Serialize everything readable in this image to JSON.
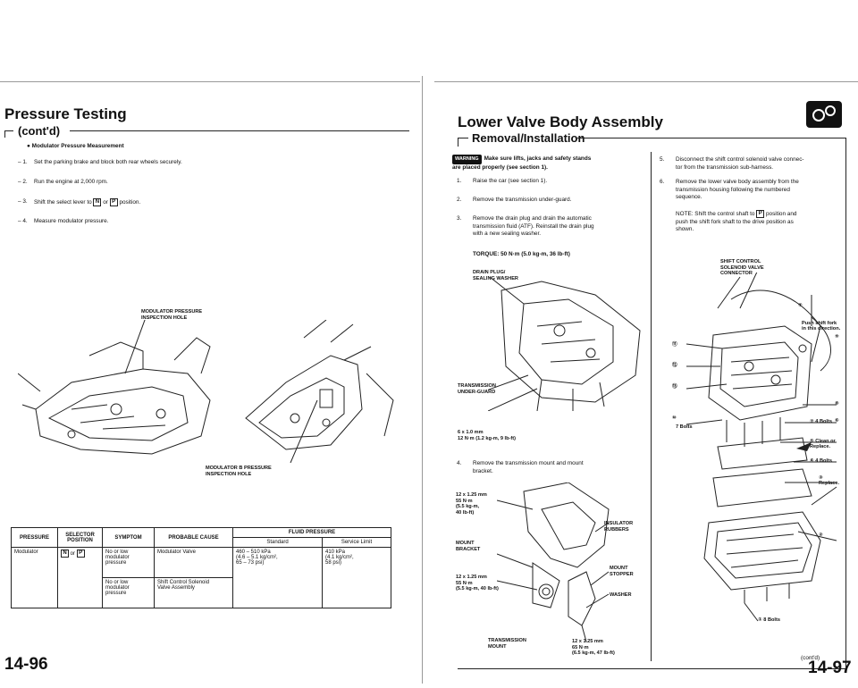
{
  "left": {
    "title": "Pressure Testing",
    "subtitle": "(cont'd)",
    "section_heading": "Modulator Pressure Measurement",
    "steps": [
      {
        "num": "– 1.",
        "text": "Set the parking brake and block both rear wheels securely."
      },
      {
        "num": "– 2.",
        "text": "Run the engine at 2,000 rpm."
      },
      {
        "num": "– 3.",
        "text_before": "Shift the select lever to ",
        "key1": "N",
        "mid": " or ",
        "key2": "P",
        "text_after": " position."
      },
      {
        "num": "– 4.",
        "text": "Measure modulator pressure."
      }
    ],
    "callout_top_line1": "MODULATOR PRESSURE",
    "callout_top_line2": "INSPECTION HOLE",
    "callout_bottom_line1": "MODULATOR B PRESSURE",
    "callout_bottom_line2": "INSPECTION HOLE",
    "table": {
      "headers": {
        "pressure": "PRESSURE",
        "selector_line1": "SELECTOR",
        "selector_line2": "POSITION",
        "symptom": "SYMPTOM",
        "cause": "PROBABLE CAUSE",
        "fluid": "FLUID PRESSURE",
        "standard": "Standard",
        "service": "Service Limit"
      },
      "row": {
        "pressure": "Modulator",
        "sel_key1": "N",
        "sel_mid": " or ",
        "sel_key2": "P",
        "symptom1_line1": "No or low",
        "symptom1_line2": "modulator",
        "symptom1_line3": "pressure",
        "cause1": "Modulator Valve",
        "standard_line1": "460 – 510 kPa",
        "standard_line2": "(4.6 – 5.1 kg/cm²,",
        "standard_line3": "65 – 73 psi)",
        "service_line1": "410 kPa",
        "service_line2": "(4.1 kg/cm²,",
        "service_line3": "58 psi)",
        "symptom2_line1": "No or low",
        "symptom2_line2": "modulator",
        "symptom2_line3": "pressure",
        "cause2_line1": "Shift Control Solenoid",
        "cause2_line2": "Valve Assembly"
      }
    },
    "page_number": "14-96"
  },
  "right": {
    "title": "Lower Valve Body Assembly",
    "subtitle": "Removal/Installation",
    "warning_badge": "WARNING",
    "warning_text_line1": "Make sure lifts, jacks and safety stands",
    "warning_text_line2": "are placed properly (see section 1).",
    "steps_left": [
      {
        "num": "1.",
        "line1": "Raise the car (see section 1)."
      },
      {
        "num": "2.",
        "line1": "Remove the transmission under-guard."
      },
      {
        "num": "3.",
        "line1": "Remove the drain plug and drain the automatic",
        "line2": "transmission fluid (ATF). Reinstall the drain plug",
        "line3": "with a new sealing washer."
      }
    ],
    "torque": "TORQUE: 50 N·m (5.0 kg-m, 36 lb-ft)",
    "drain_label_line1": "DRAIN PLUG/",
    "drain_label_line2": "SEALING WASHER",
    "underguard_line1": "TRANSMISSION",
    "underguard_line2": "UNDER-GUARD",
    "bolt_spec_line1": "6 x 1.0 mm",
    "bolt_spec_line2": "12 N·m (1.2 kg-m, 9 lb-ft)",
    "step4_num": "4.",
    "step4_line1": "Remove the transmission mount and mount",
    "step4_line2": "bracket.",
    "mount_spec1_line1": "12 x 1.25 mm",
    "mount_spec1_line2": "55 N·m",
    "mount_spec1_line3": "(5.5 kg-m,",
    "mount_spec1_line4": "40 lb-ft)",
    "insulator_line1": "INSULATOR",
    "insulator_line2": "RUBBERS",
    "mount_bracket_line1": "MOUNT",
    "mount_bracket_line2": "BRACKET",
    "mount_stopper_line1": "MOUNT",
    "mount_stopper_line2": "STOPPER",
    "mount_spec2_line1": "12 x 1.25 mm",
    "mount_spec2_line2": "55 N·m",
    "mount_spec2_line3": "(5.5 kg-m, 40 lb-ft)",
    "washer": "WASHER",
    "trans_mount_line1": "TRANSMISSION",
    "trans_mount_line2": "MOUNT",
    "mount_spec3_line1": "12 x 1.25 mm",
    "mount_spec3_line2": "65 N·m",
    "mount_spec3_line3": "(6.5 kg-m, 47 lb-ft)",
    "steps_right": [
      {
        "num": "5.",
        "line1": "Disconnect the shift control solenoid valve connec-",
        "line2": "tor from the transmission sub-harness."
      },
      {
        "num": "6.",
        "line1": "Remove the lower valve body assembly from the",
        "line2": "transmission housing following the numbered",
        "line3": "sequence."
      }
    ],
    "note_before": "NOTE: Shift the control shaft to ",
    "note_key": "P",
    "note_after": " position and",
    "note_line2": "push the shift fork shaft to the drive position as",
    "note_line3": "shown.",
    "solenoid_line1": "SHIFT CONTROL",
    "solenoid_line2": "SOLENOID VALVE",
    "solenoid_line3": "CONNECTOR",
    "push_line1": "Push shift fork",
    "push_line2": "in this direction.",
    "n7": "⑦",
    "n8": "⑧",
    "n9": "⑨",
    "n10": "⑩",
    "n11": "⑪",
    "n12": "⑫",
    "n13": "⑬",
    "bolts7": "7 Bolts",
    "c6": "⑥",
    "c7_bolts": "⑦ 4 Bolts",
    "c5_line1": "⑤ Clean or",
    "c5_line2": "Replace.",
    "c4_bolts": "④ 4 Bolts",
    "c3": "③",
    "c3_replace": "Replace.",
    "c2": "②",
    "c1_bolts": "① 8 Bolts",
    "contd": "(cont'd)",
    "page_number": "14-97"
  },
  "colors": {
    "ink": "#111111",
    "paper": "#ffffff"
  }
}
